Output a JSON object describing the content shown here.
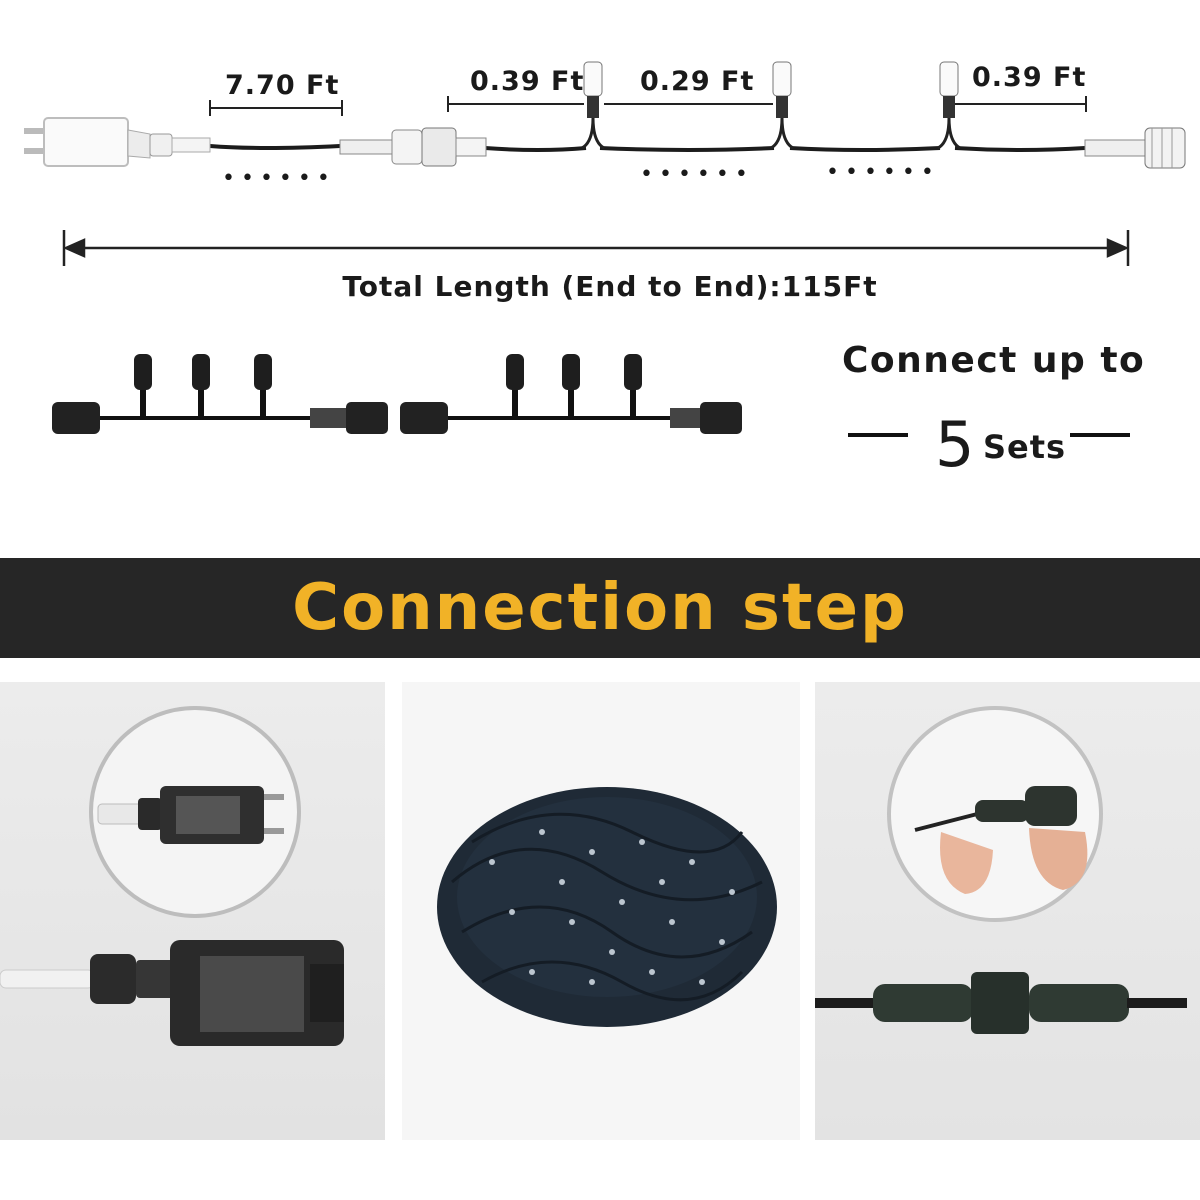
{
  "diagram": {
    "dimensions": {
      "d1": "7.70 Ft",
      "d2": "0.39 Ft",
      "d3": "0.29 Ft",
      "d4": "0.39 Ft"
    },
    "total_length": "Total Length (End to End):115Ft",
    "dots": "••••••",
    "connect": {
      "line1": "Connect up to",
      "number": "5",
      "word": "Sets"
    }
  },
  "banner": {
    "title": "Connection step",
    "title_color": "#f1b227",
    "background": "#262626"
  },
  "steps": [
    {
      "name": "power adapter"
    },
    {
      "name": "light string"
    },
    {
      "name": "connector"
    }
  ]
}
